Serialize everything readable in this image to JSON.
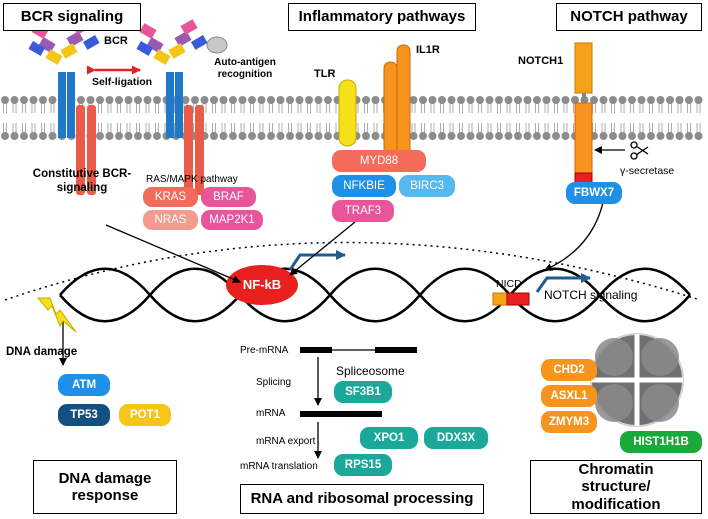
{
  "headers": {
    "bcr": "BCR signaling",
    "inflammatory": "Inflammatory pathways",
    "notch": "NOTCH pathway",
    "dna": "DNA damage response",
    "rna": "RNA and ribosomal processing",
    "chromatin": "Chromatin structure/ modification"
  },
  "labels": {
    "bcr": "BCR",
    "self_ligation": "Self-ligation",
    "auto_antigen": "Auto-antigen recognition",
    "constitutive": "Constitutive BCR-signaling",
    "ras_mapk": "RAS/MAPK pathway",
    "tlr": "TLR",
    "il1r": "IL1R",
    "notch1": "NOTCH1",
    "gamma_secretase": "γ-secretase",
    "nicd": "NICD",
    "notch_signaling": "NOTCH signaling",
    "nfkb": "NF-kB",
    "dna_damage": "DNA damage",
    "pre_mrna": "Pre-mRNA",
    "spliceosome": "Spliceosome",
    "splicing": "Splicing",
    "mrna": "mRNA",
    "mrna_export": "mRNA export",
    "mrna_translation": "mRNA translation"
  },
  "genes": {
    "kras": "KRAS",
    "braf": "BRAF",
    "nras": "NRAS",
    "map2k1": "MAP2K1",
    "myd88": "MYD88",
    "nfkbie": "NFKBIE",
    "birc3": "BIRC3",
    "traf3": "TRAF3",
    "fbwx7": "FBWX7",
    "atm": "ATM",
    "tp53": "TP53",
    "pot1": "POT1",
    "sf3b1": "SF3B1",
    "xpo1": "XPO1",
    "ddx3x": "DDX3X",
    "rps15": "RPS15",
    "chd2": "CHD2",
    "asxl1": "ASXL1",
    "zmym3": "ZMYM3",
    "hist1h1b": "HIST1H1B"
  },
  "colors": {
    "salmon": "#f26b5b",
    "pink": "#e8559a",
    "light_pink": "#f29b8e",
    "blue": "#1e90e8",
    "light_blue": "#56b8ee",
    "dark_blue": "#14507e",
    "teal": "#19a89a",
    "orange": "#f7941d",
    "green": "#1aaa3c",
    "yellow": "#f5c518",
    "nfkb_red": "#e8201e"
  }
}
